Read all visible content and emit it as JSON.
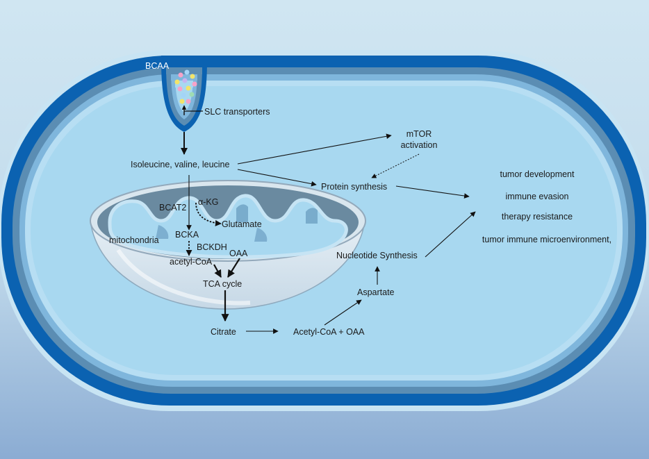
{
  "diagram": {
    "labels": {
      "bcaa": "BCAA",
      "slc": "SLC transporters",
      "amino_acids": "Isoleucine, valine, leucine",
      "mtor_line1": "mTOR",
      "mtor_line2": "activation",
      "protein": "Protein synthesis",
      "bcat2": "BCAT2",
      "akg": "α-KG",
      "glutamate": "Glutamate",
      "bcka": "BCKA",
      "mito": "mitochondria",
      "bckdh": "BCKDH",
      "oaa": "OAA",
      "acetylcoa": "acetyl-CoA",
      "tca": "TCA cycle",
      "citrate": "Citrate",
      "acetyl_oaa": "Acetyl-CoA + OAA",
      "aspartate": "Aspartate",
      "nucleotide": "Nucleotide Synthesis"
    },
    "outcomes": [
      "tumor development",
      "immune evasion",
      "therapy resistance",
      "tumor immune microenvironment,"
    ],
    "colors": {
      "cell_outer": "#0a62b0",
      "cell_mid": "#5c8fb4",
      "cell_inner": "#a9d6ef",
      "cytoplasm": "#a8d8f0",
      "background_top": "#cfe5f1",
      "background_bottom": "#8fb0d4"
    }
  }
}
